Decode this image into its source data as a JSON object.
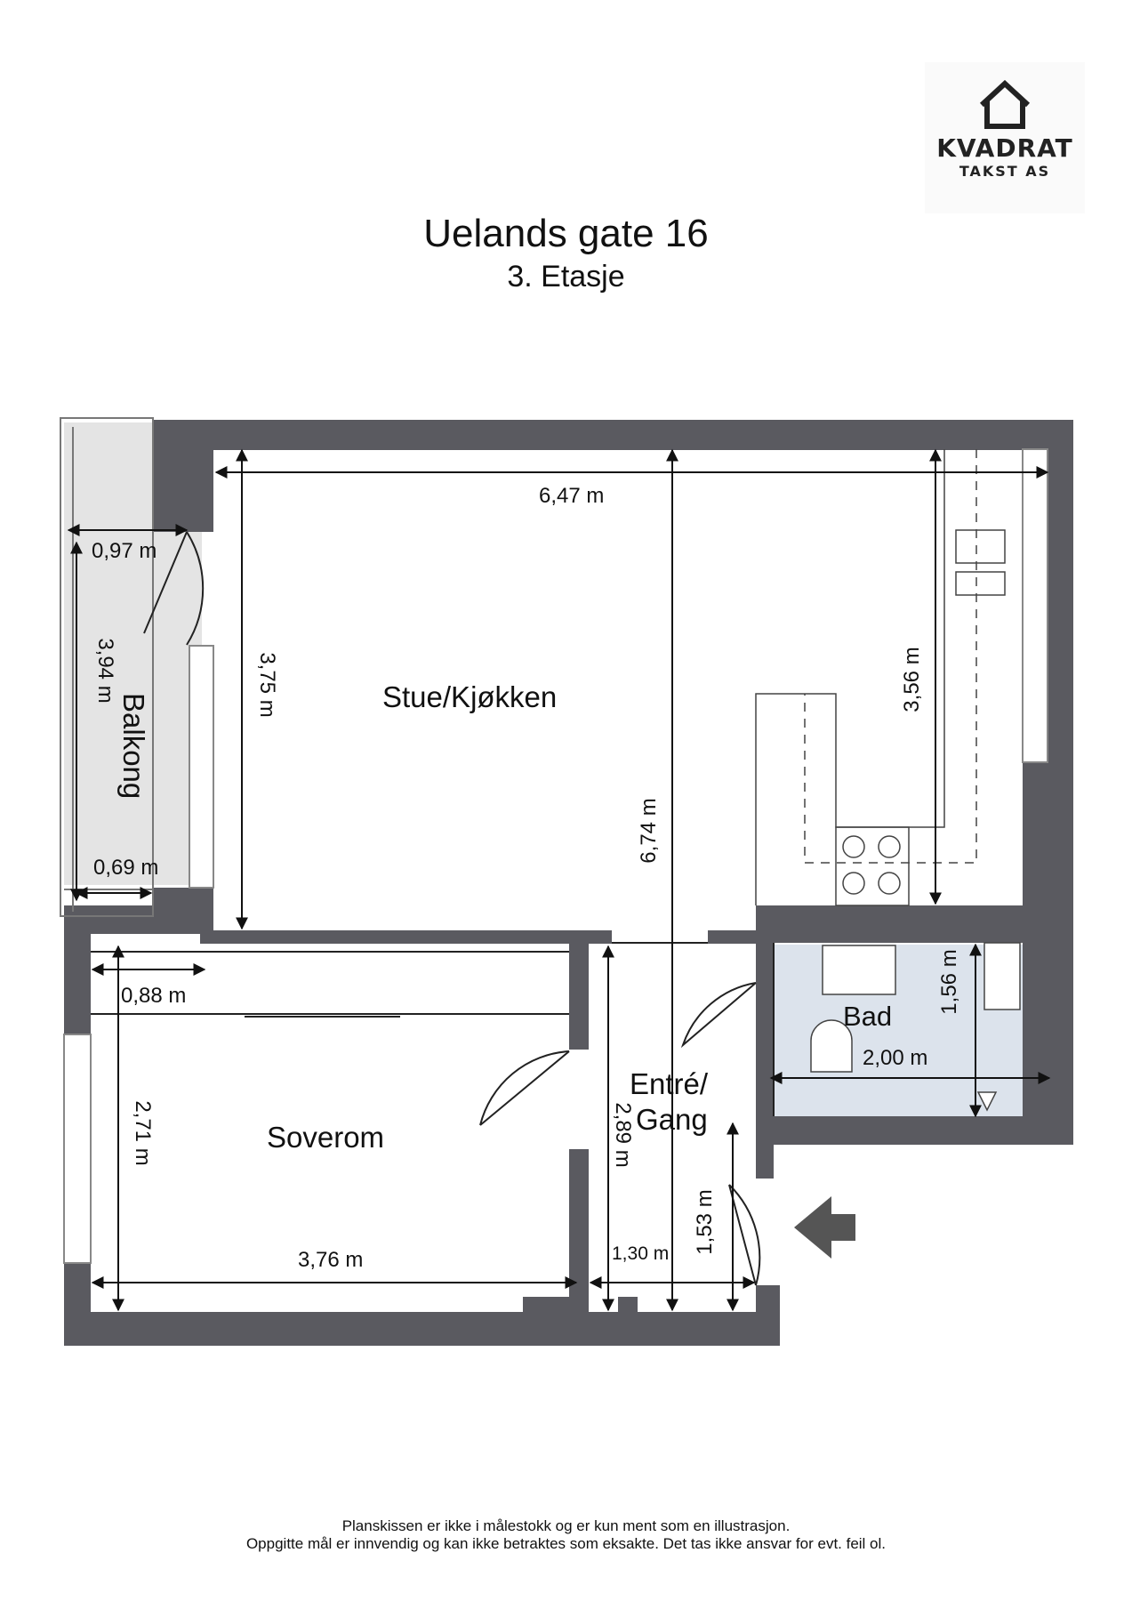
{
  "logo": {
    "name": "KVADRAT",
    "sub": "TAKST AS"
  },
  "title": "Uelands gate 16",
  "floor": "3. Etasje",
  "rooms": {
    "stue": "Stue/Kjøkken",
    "balkong": "Balkong",
    "soverom": "Soverom",
    "entre_line1": "Entré/",
    "entre_line2": "Gang",
    "bad": "Bad"
  },
  "dimensions": {
    "stue_width": "6,47 m",
    "stue_height_left": "3,75 m",
    "stue_height_right": "3,56 m",
    "total_depth": "6,74 m",
    "balkong_top": "0,97 m",
    "balkong_height": "3,94 m",
    "balkong_bottom": "0,69 m",
    "closet_depth": "0,88 m",
    "soverom_height": "2,71 m",
    "soverom_width": "3,76 m",
    "entre_height": "2,89 m",
    "entre_width": "1,30 m",
    "entre_door": "1,53 m",
    "bad_height": "1,56 m",
    "bad_width": "2,00 m"
  },
  "footer": {
    "line1": "Planskissen er ikke i målestokk og er kun ment som en illustrasjon.",
    "line2": "Oppgitte mål er innvendig og kan ikke betraktes som eksakte. Det tas ikke ansvar for evt. feil ol."
  }
}
